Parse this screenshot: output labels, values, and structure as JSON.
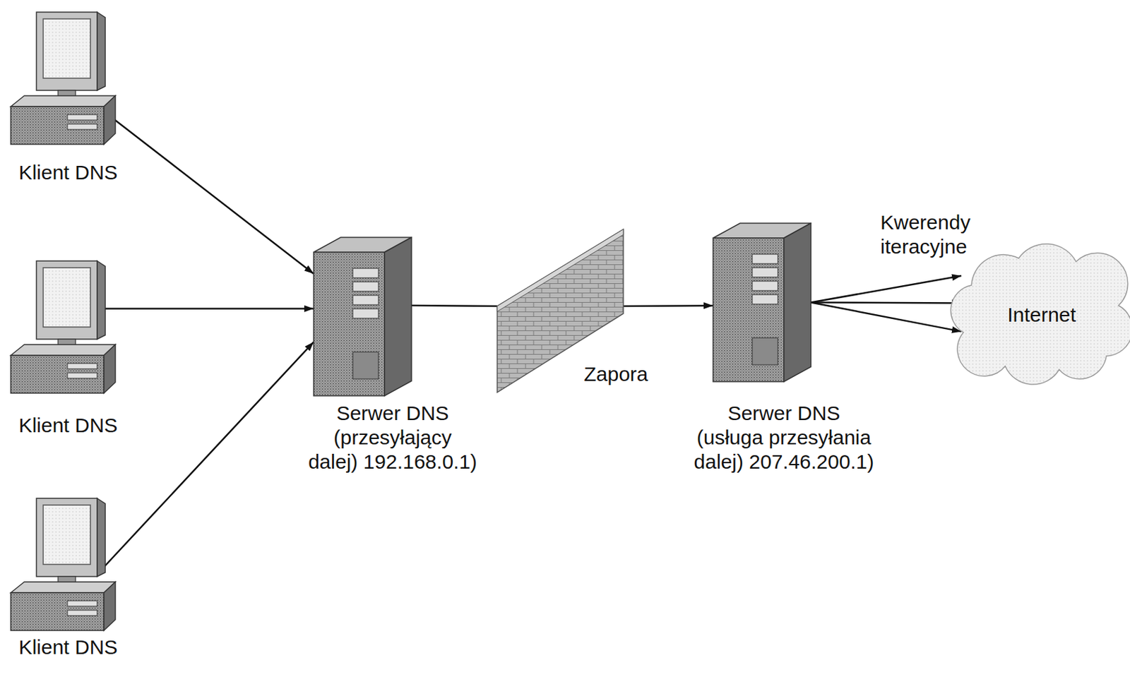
{
  "diagram": {
    "nodes": [
      {
        "text": [
          "Klient DNS"
        ]
      },
      {
        "text": [
          "Klient DNS"
        ]
      },
      {
        "text": [
          "Klient DNS"
        ]
      },
      {
        "text": [
          "Serwer DNS (przesyłający dalej) 192.168.0.1)"
        ]
      },
      {
        "text": [
          "Zapora"
        ]
      },
      {
        "text": [
          "Serwer DNS (usługa przesyłania dalej) 207.46.200.1)"
        ]
      },
      {
        "text": [
          "Internet"
        ]
      }
    ],
    "edges": [
      {
        "from": 0,
        "to": 3,
        "arrow": "to"
      },
      {
        "from": 1,
        "to": 3,
        "arrow": "to"
      },
      {
        "from": 2,
        "to": 3,
        "arrow": "to"
      },
      {
        "from": 3,
        "to": 4,
        "arrow": "none"
      },
      {
        "from": 4,
        "to": 5,
        "arrow": "to"
      },
      {
        "from": 5,
        "to": 6,
        "arrow": "to"
      },
      {
        "from": 5,
        "to": 6,
        "arrow": "to"
      },
      {
        "from": 5,
        "to": 6,
        "arrow": "to"
      }
    ],
    "labels": [
      "Kwerendy iteracyjne"
    ]
  }
}
